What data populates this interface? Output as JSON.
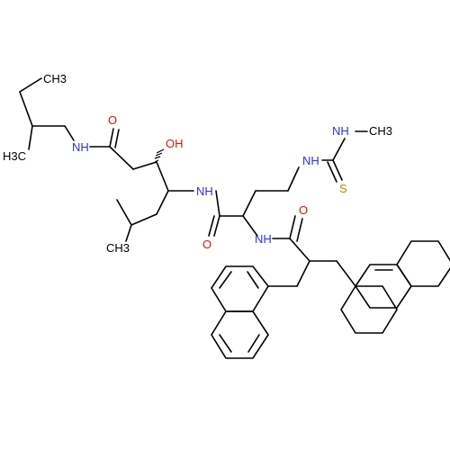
{
  "colors": {
    "bond": "#000000",
    "carbon": "#000000",
    "nitrogen": "#2f2fdf",
    "oxygen": "#e01010",
    "sulfur": "#b08a00",
    "background": "#ffffff"
  },
  "labels": {
    "ch3_top": "CH3",
    "h3c_left": "H3C",
    "nh_amide_left": "NH",
    "o_carbonyl_left": "O",
    "oh": "OH",
    "nh_mid": "NH",
    "ch3_isobutyl": "CH3",
    "o_carbonyl_mid": "O",
    "nh_thiourea_left": "NH",
    "nh_thiourea_right": "NH",
    "ch3_thiourea": "CH3",
    "s_thio": "S",
    "o_carbonyl_right": "O",
    "nh_bottom": "NH"
  }
}
